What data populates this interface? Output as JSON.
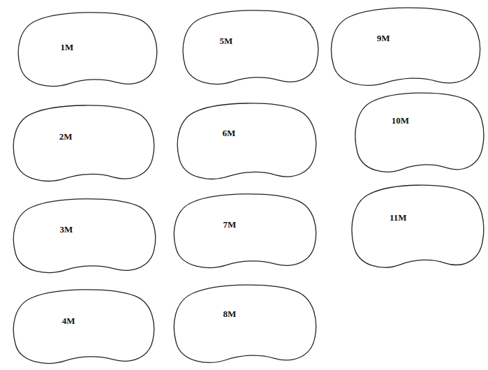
{
  "diagram": {
    "nodes": [
      {
        "text": [
          "1M"
        ]
      },
      {
        "text": [
          "2M"
        ]
      },
      {
        "text": [
          "3M"
        ]
      },
      {
        "text": [
          "4M"
        ]
      },
      {
        "text": [
          "5M"
        ]
      },
      {
        "text": [
          "6M"
        ]
      },
      {
        "text": [
          "7M"
        ]
      },
      {
        "text": [
          "8M"
        ]
      },
      {
        "text": [
          "9M"
        ]
      },
      {
        "text": [
          "10M"
        ]
      },
      {
        "text": [
          "11M"
        ]
      }
    ]
  }
}
